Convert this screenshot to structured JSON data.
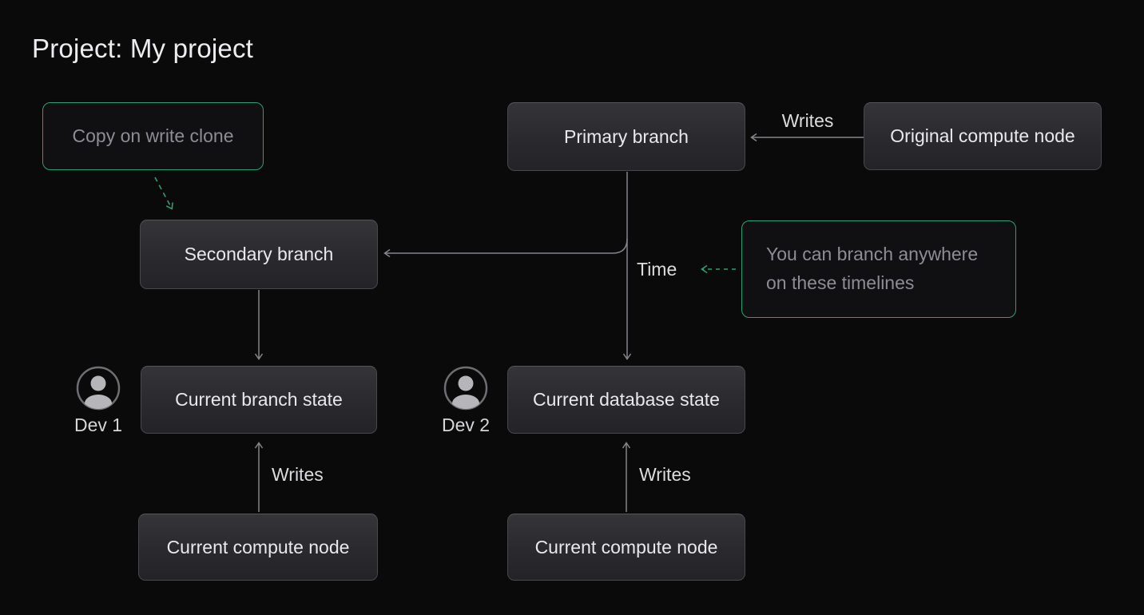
{
  "title": "Project: My project",
  "nodes": [
    {
      "id": "primary-branch",
      "label": "Primary branch"
    },
    {
      "id": "original-compute-node",
      "label": "Original compute node"
    },
    {
      "id": "secondary-branch",
      "label": "Secondary branch"
    },
    {
      "id": "current-branch-state",
      "label": "Current branch state"
    },
    {
      "id": "current-database-state",
      "label": "Current database state"
    },
    {
      "id": "current-compute-node-left",
      "label": "Current compute node"
    },
    {
      "id": "current-compute-node-right",
      "label": "Current compute node"
    }
  ],
  "annotations": [
    {
      "id": "copy-on-write-clone",
      "label": "Copy on write clone"
    },
    {
      "id": "branch-anywhere-note",
      "label": "You can branch anywhere on these timelines"
    }
  ],
  "actors": [
    {
      "id": "dev-1",
      "label": "Dev 1"
    },
    {
      "id": "dev-2",
      "label": "Dev 2"
    }
  ],
  "edges": [
    {
      "from": "original-compute-node",
      "to": "primary-branch",
      "label": "Writes",
      "style": "solid-arrow"
    },
    {
      "from": "primary-branch",
      "to": "current-database-state",
      "label": "Time",
      "style": "solid-arrow"
    },
    {
      "from": "primary-branch",
      "to": "secondary-branch",
      "label": "",
      "style": "solid-arrow"
    },
    {
      "from": "secondary-branch",
      "to": "current-branch-state",
      "label": "",
      "style": "solid-arrow"
    },
    {
      "from": "current-compute-node-left",
      "to": "current-branch-state",
      "label": "Writes",
      "style": "solid-arrow"
    },
    {
      "from": "current-compute-node-right",
      "to": "current-database-state",
      "label": "Writes",
      "style": "solid-arrow"
    },
    {
      "from": "copy-on-write-clone",
      "to": "secondary-branch",
      "label": "",
      "style": "dashed-green-arrow"
    },
    {
      "from": "branch-anywhere-note",
      "to": "time-label",
      "label": "",
      "style": "dashed-green-arrow"
    }
  ],
  "colors": {
    "background": "#0a0a0b",
    "node_fill": "#2b2b2f",
    "node_border": "#47474c",
    "node_text": "#e9e9eb",
    "accent_green": "#2f9e6e",
    "muted_text": "#8d8d92",
    "arrow_gray": "#85858a"
  }
}
